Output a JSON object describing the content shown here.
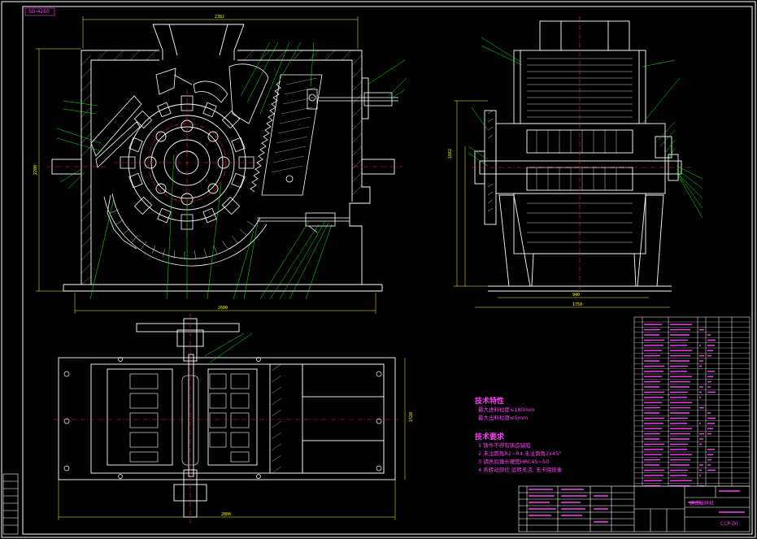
{
  "sheet_tag": "SD-4250",
  "overall_dims": {
    "top_width": "2382",
    "bottom_width": "2600",
    "left_height": "2200",
    "side_width": "940",
    "side_bottom": "1750",
    "side_height": "1662",
    "plan_width": "2000",
    "plan_right": "1520"
  },
  "specs_title": "技术特性",
  "specs": [
    "最大进料粒度≤180mm",
    "最大出料粒度≤5mm"
  ],
  "requirements_title": "技术要求",
  "requirements": [
    "1  铸件不得有铸造缺陷",
    "2  未注圆角R2~R4    未注倒角2x45°",
    "3  调质后锤头硬度HRC45~50",
    "4  各转动部位  运转灵活,  无卡阻现象"
  ],
  "title_block": {
    "drawing_no": "CCP-00",
    "name": "锤式破碎机"
  },
  "colors": {
    "background": "#000000",
    "outline": "#ffffff",
    "centerline": "#ff2020",
    "leader": "#00ff00",
    "dimension": "#ffff00",
    "text": "#ff40ff",
    "hatch": "#ffffff"
  }
}
